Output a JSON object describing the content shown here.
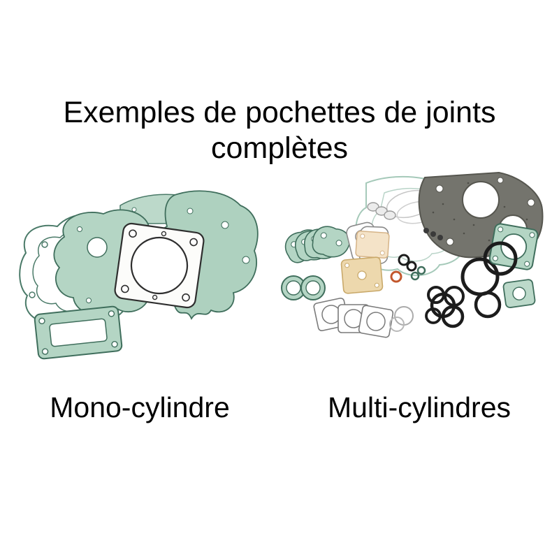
{
  "page": {
    "title": {
      "line1": "Exemples de pochettes de joints",
      "line2": "complètes"
    },
    "labels": {
      "mono": "Mono-cylindre",
      "multi": "Multi-cylindres"
    },
    "illustrations": {
      "mono_alt": "pile of complete gasket set for single-cylinder engine",
      "multi_alt": "assorted gaskets and o-rings for multi-cylinder engine"
    },
    "colors": {
      "background": "#ffffff",
      "text": "#000000",
      "gasket_teal": "#b4d5c4",
      "gasket_teal_light": "#bcd9ca",
      "gasket_teal_stroke": "#3f6e5c",
      "gasket_dark": "#74746d",
      "gasket_beige": "#edd8ad",
      "gasket_peach": "#f4e3c8",
      "oring_black": "#1c1c1c",
      "oring_orange": "#c2572c"
    }
  }
}
